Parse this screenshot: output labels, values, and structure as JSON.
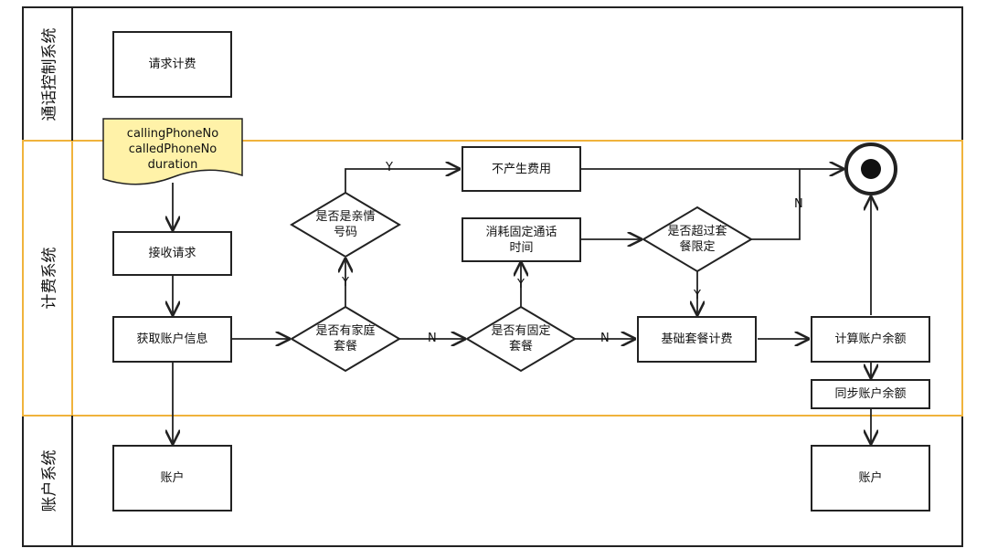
{
  "lanes": {
    "call_control": "通话控制系统",
    "billing": "计费系统",
    "account": "账户系统"
  },
  "colors": {
    "stroke": "#222222",
    "billing_border": "#f0b33c",
    "document_fill": "#fff2a8"
  },
  "nodes": {
    "request_billing": "请求计费",
    "params": [
      "callingPhoneNo",
      "calledPhoneNo",
      "duration"
    ],
    "receive_request": "接收请求",
    "get_account_info": "获取账户信息",
    "is_family_plan": "是否有家庭\n套餐",
    "is_relative_number": "是否是亲情\n号码",
    "no_charge": "不产生费用",
    "is_fixed_plan": "是否有固定\n套餐",
    "consume_fixed_time": "消耗固定通话\n时间",
    "exceed_plan_limit": "是否超过套\n餐限定",
    "base_plan_billing": "基础套餐计费",
    "calc_balance": "计算账户余额",
    "sync_balance": "同步账户余额",
    "account_left": "账户",
    "account_right": "账户"
  },
  "edge_labels": {
    "relative_yes": "Y",
    "family_yes": "Y",
    "family_no": "N",
    "fixed_yes": "Y",
    "fixed_no": "N",
    "exceed_yes": "Y",
    "exceed_no": "N"
  },
  "icons": {
    "end": "end-event-icon"
  }
}
